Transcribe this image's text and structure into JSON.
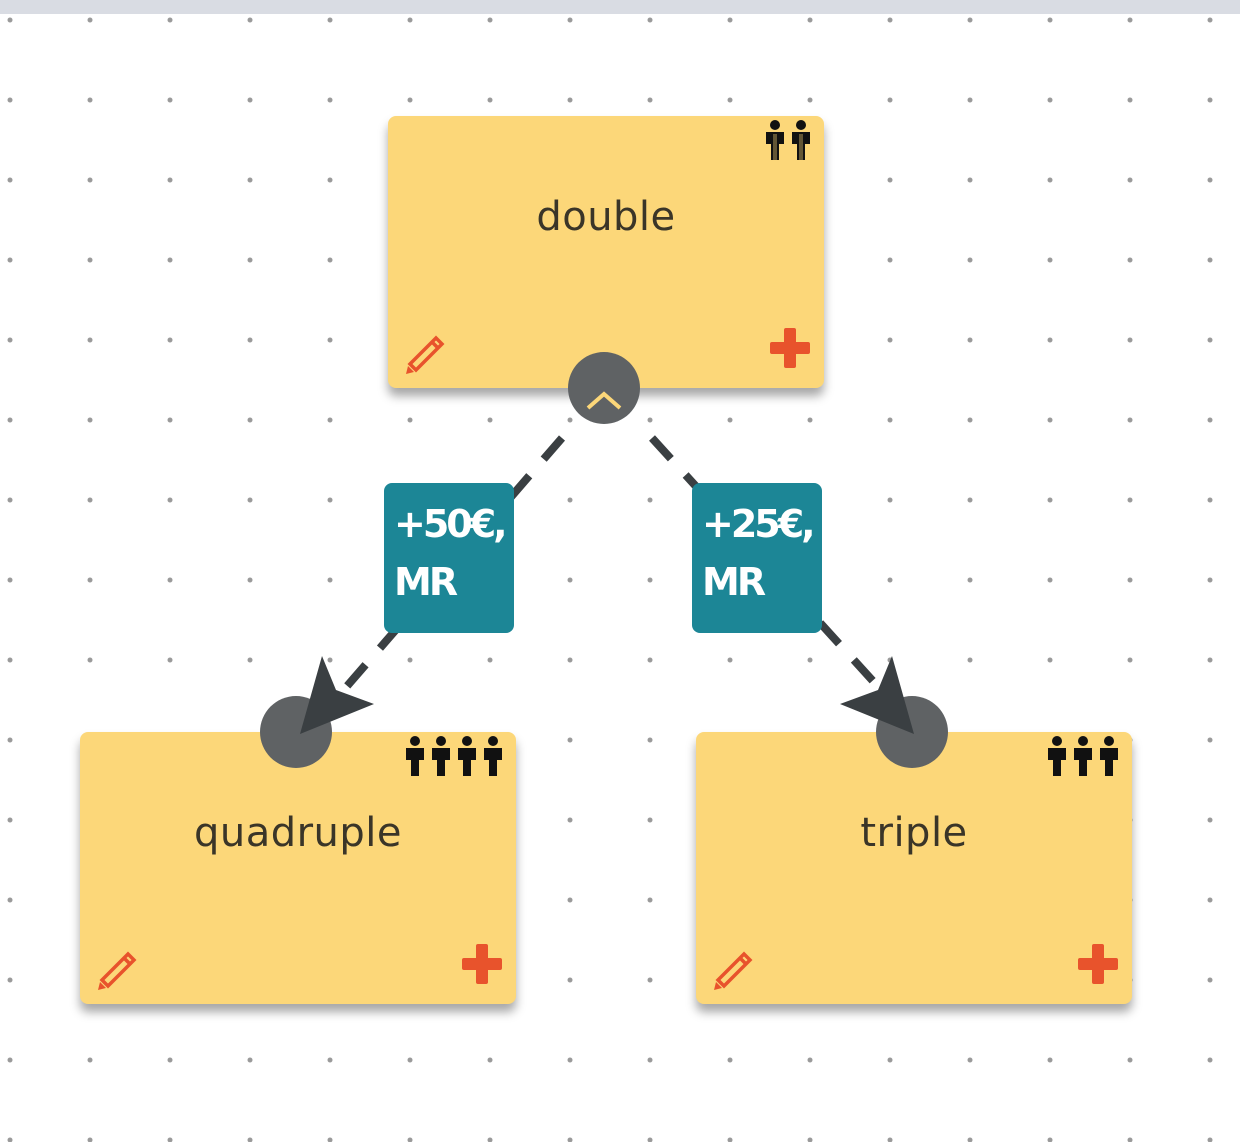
{
  "nodes": [
    {
      "id": "double",
      "label": "double",
      "people": 2
    },
    {
      "id": "quadruple",
      "label": "quadruple",
      "people": 4
    },
    {
      "id": "triple",
      "label": "triple",
      "people": 3
    }
  ],
  "edges": [
    {
      "from": "double",
      "to": "quadruple",
      "label_line1": "+50€,",
      "label_line2": "MR"
    },
    {
      "from": "double",
      "to": "triple",
      "label_line1": "+25€,",
      "label_line2": "MR"
    }
  ],
  "colors": {
    "node_fill": "#fcd779",
    "label_fill": "#1c8696",
    "port_fill": "#5f6264",
    "icon_accent": "#e8532c",
    "connector": "#3a3f42"
  },
  "icons": {
    "top_right": "person-icon",
    "bottom_left": "pencil-icon",
    "bottom_right": "plus-icon"
  }
}
